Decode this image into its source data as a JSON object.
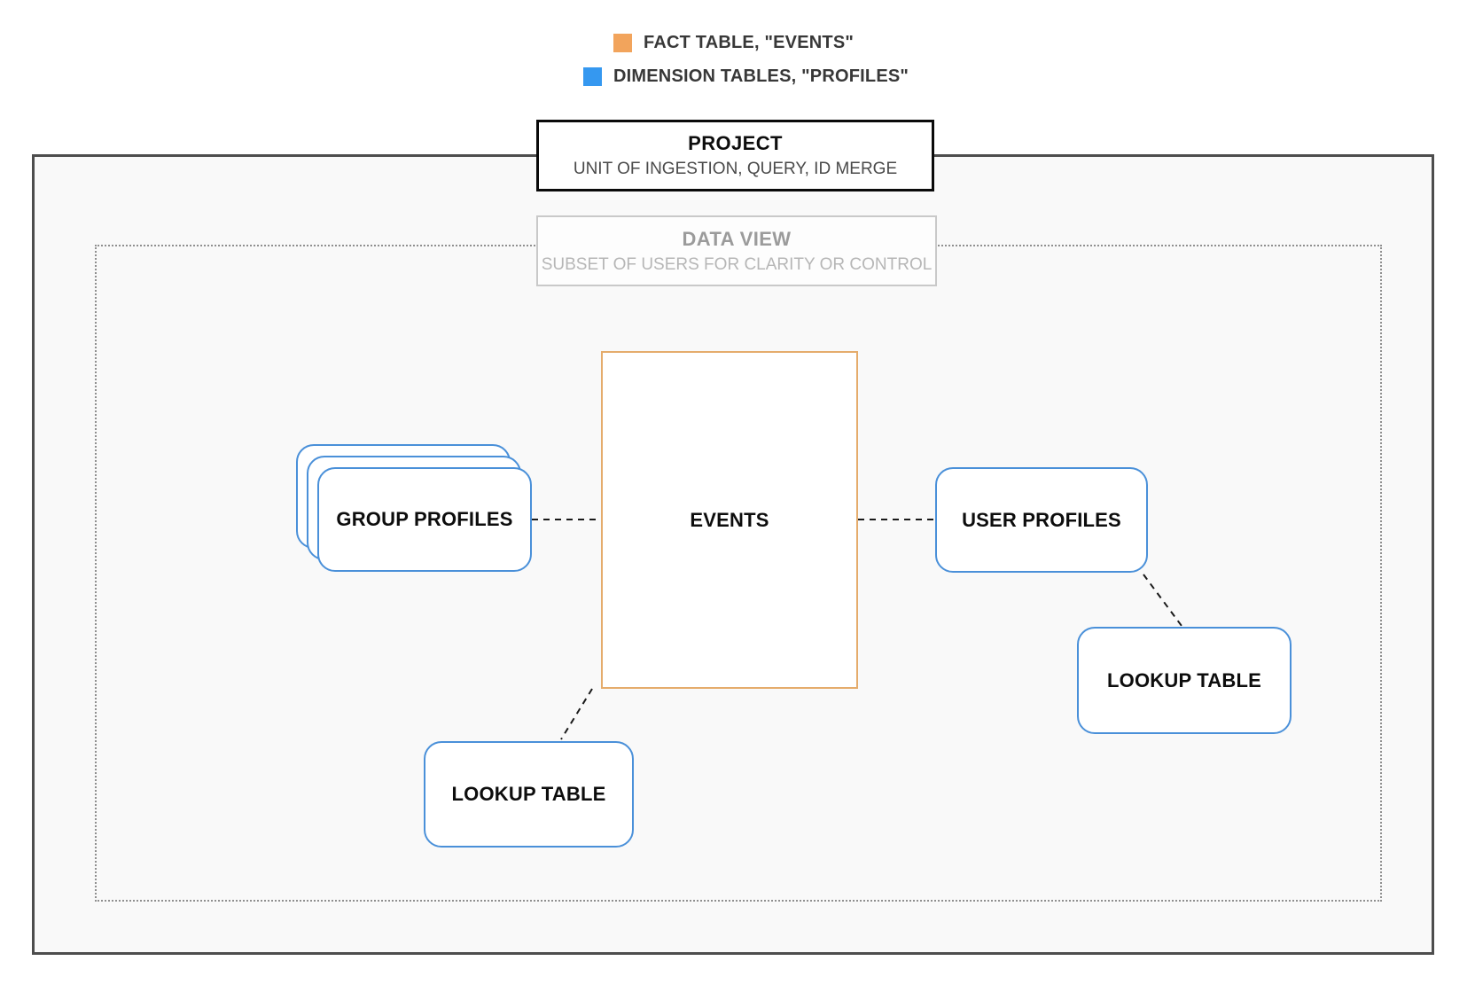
{
  "legend": {
    "items": [
      {
        "id": "fact",
        "label": "FACT TABLE, \"EVENTS\"",
        "color": "#F2A45C"
      },
      {
        "id": "dimension",
        "label": "DIMENSION TABLES, \"PROFILES\"",
        "color": "#3598F0"
      }
    ]
  },
  "project": {
    "title": "PROJECT",
    "subtitle": "UNIT OF INGESTION, QUERY, ID MERGE"
  },
  "data_view": {
    "title": "DATA VIEW",
    "subtitle": "SUBSET OF USERS FOR CLARITY OR CONTROL"
  },
  "nodes": {
    "events": {
      "label": "EVENTS",
      "type": "fact",
      "border_color": "#E5AC6C"
    },
    "group_profiles": {
      "label": "GROUP PROFILES",
      "type": "dimension",
      "border_color": "#4A90D9"
    },
    "user_profiles": {
      "label": "USER PROFILES",
      "type": "dimension",
      "border_color": "#4A90D9"
    },
    "lookup_table_right": {
      "label": "LOOKUP TABLE",
      "type": "dimension",
      "border_color": "#4A90D9"
    },
    "lookup_table_bottom": {
      "label": "LOOKUP TABLE",
      "type": "dimension",
      "border_color": "#4A90D9"
    }
  }
}
